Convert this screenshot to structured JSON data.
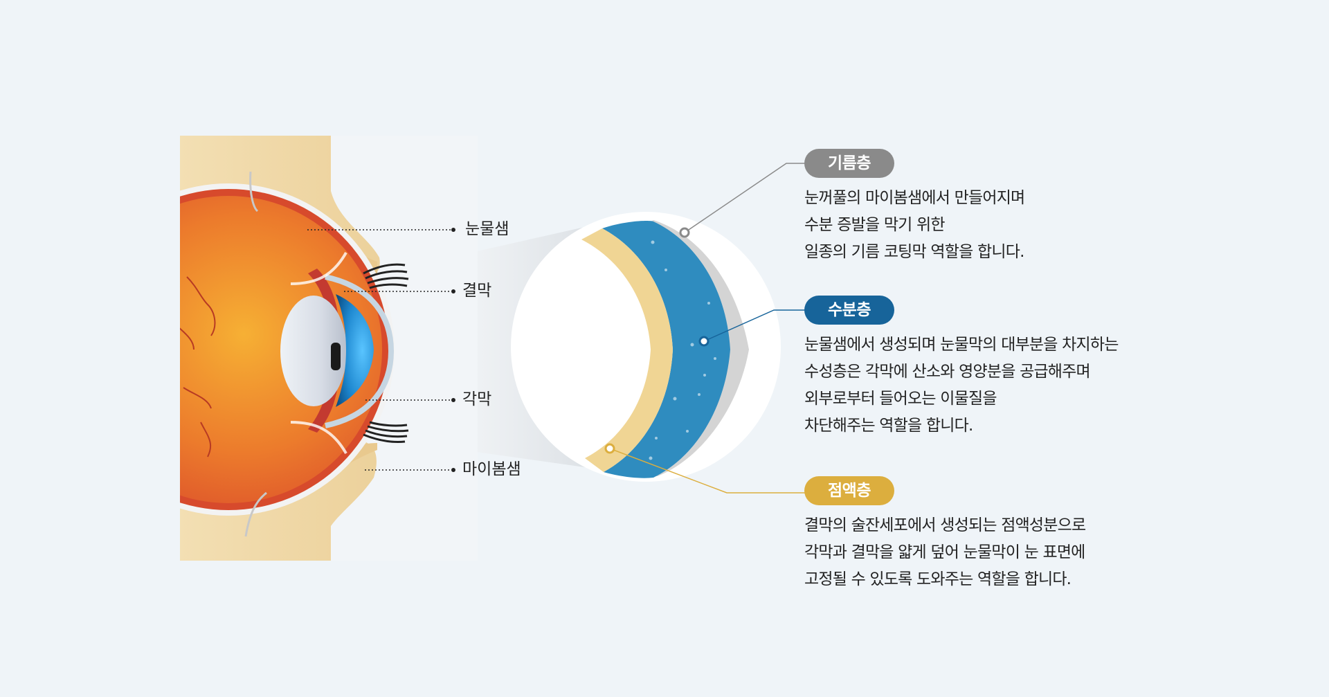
{
  "anatomy_labels": {
    "lacrimal_gland": "눈물샘",
    "conjunctiva": "결막",
    "cornea": "각막",
    "meibomian_gland": "마이봄샘"
  },
  "layers": [
    {
      "name": "기름층",
      "color": "#8a8a8a",
      "lines": [
        "눈꺼풀의 마이봄샘에서 만들어지며",
        "수분 증발을 막기 위한",
        "일종의 기름 코팅막 역할을 합니다."
      ]
    },
    {
      "name": "수분층",
      "color": "#17649a",
      "lines": [
        "눈물샘에서 생성되며 눈물막의 대부분을 차지하는",
        "수성층은 각막에 산소와 영양분을 공급해주며",
        "외부로부터 들어오는 이물질을",
        "차단해주는 역할을 합니다."
      ]
    },
    {
      "name": "점액층",
      "color": "#dcae3e",
      "lines": [
        "결막의 술잔세포에서 생성되는 점액성분으로",
        "각막과 결막을 얇게 덮어 눈물막이 눈 표면에",
        "고정될 수 있도록 도와주는 역할을 합니다."
      ]
    }
  ],
  "colors": {
    "background": "#eff4f8",
    "skin": "#f1d9a6",
    "eyeball": "#e8652a",
    "iris": "#1f8fd0",
    "oil_layer": "#d3d3d3",
    "water_layer": "#2f8cbf",
    "mucus_layer": "#f0d594"
  }
}
